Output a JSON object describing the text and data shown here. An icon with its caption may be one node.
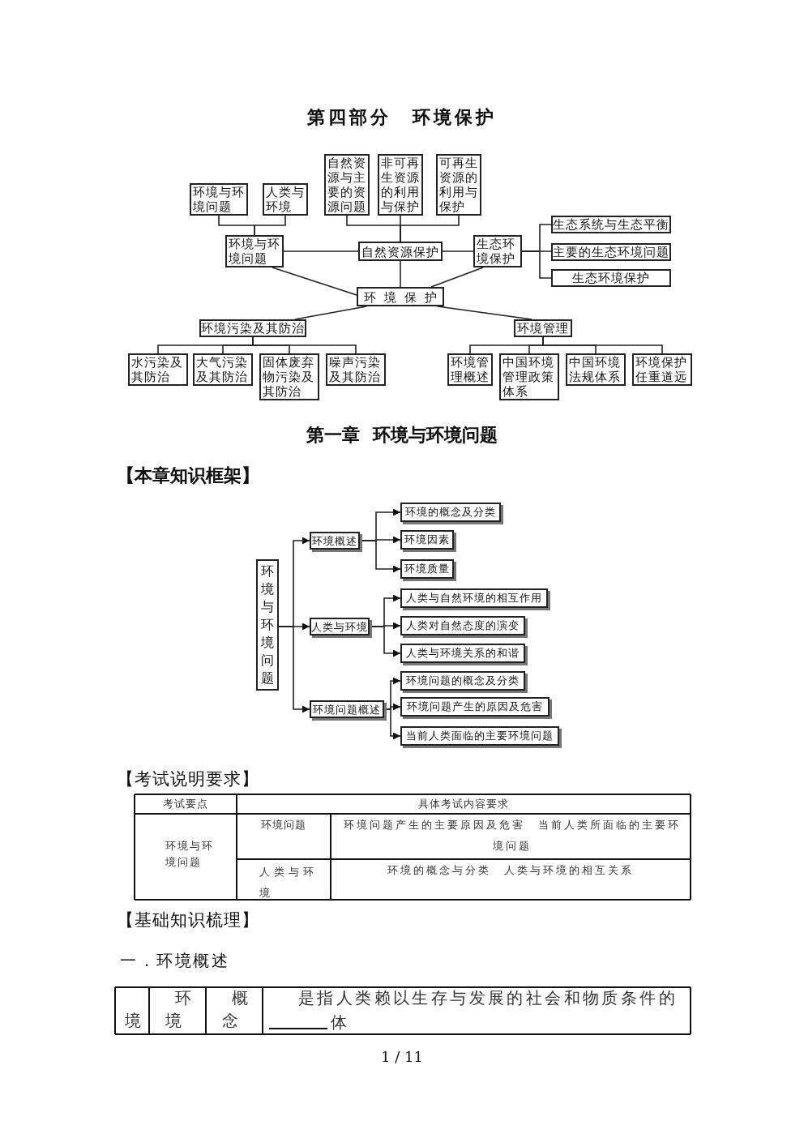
{
  "diagram": {
    "title": "第四部分　环境保护",
    "nodes": [
      {
        "text": [
          "环境与环境问题"
        ]
      },
      {
        "text": [
          "人类与环境"
        ]
      },
      {
        "text": [
          "自然资源与主要的资源问题"
        ]
      },
      {
        "text": [
          "非可再生资源的利用与保护"
        ]
      },
      {
        "text": [
          "可再生资源的利用与保护"
        ]
      },
      {
        "text": [
          "生态系统与生态平衡"
        ]
      },
      {
        "text": [
          "环境与环境问题"
        ]
      },
      {
        "text": [
          "自然资源保护"
        ]
      },
      {
        "text": [
          "生态环境保护"
        ]
      },
      {
        "text": [
          "主要的生态环境问题"
        ]
      },
      {
        "text": [
          "生态环境保护"
        ]
      },
      {
        "text": [
          "环境保护"
        ]
      },
      {
        "text": [
          "环境污染及其防治"
        ]
      },
      {
        "text": [
          "环境管理"
        ]
      },
      {
        "text": [
          "水污染及其防治"
        ]
      },
      {
        "text": [
          "大气污染及其防治"
        ]
      },
      {
        "text": [
          "固体废弃物污染及其防治"
        ]
      },
      {
        "text": [
          "噪声污染及其防治"
        ]
      },
      {
        "text": [
          "环境管理概述"
        ]
      },
      {
        "text": [
          "中国环境管理政策体系"
        ]
      },
      {
        "text": [
          "中国环境法规体系"
        ]
      },
      {
        "text": [
          "环境保护任重道远"
        ]
      },
      {
        "text": [
          "环境与环境问题"
        ]
      },
      {
        "text": [
          "环境概述"
        ]
      },
      {
        "text": [
          "环境的概念及分类"
        ]
      },
      {
        "text": [
          "环境因素"
        ]
      },
      {
        "text": [
          "环境质量"
        ]
      },
      {
        "text": [
          "人类与环境"
        ]
      },
      {
        "text": [
          "人类与自然环境的相互作用"
        ]
      },
      {
        "text": [
          "人类对自然态度的演变"
        ]
      },
      {
        "text": [
          "人类与环境关系的和谐"
        ]
      },
      {
        "text": [
          "环境问题概述"
        ]
      },
      {
        "text": [
          "环境问题的概念及分类"
        ]
      },
      {
        "text": [
          "环境问题产生的原因及危害"
        ]
      },
      {
        "text": [
          "当前人类面临的主要环境问题"
        ]
      }
    ],
    "edges": [
      {
        "from": 0,
        "to": 6,
        "arrow": "none"
      },
      {
        "from": 1,
        "to": 6,
        "arrow": "none"
      },
      {
        "from": 2,
        "to": 7,
        "arrow": "none"
      },
      {
        "from": 3,
        "to": 7,
        "arrow": "none"
      },
      {
        "from": 4,
        "to": 7,
        "arrow": "none"
      },
      {
        "from": 6,
        "to": 7,
        "arrow": "none"
      },
      {
        "from": 7,
        "to": 8,
        "arrow": "none"
      },
      {
        "from": 8,
        "to": 5,
        "arrow": "none"
      },
      {
        "from": 8,
        "to": 9,
        "arrow": "none"
      },
      {
        "from": 8,
        "to": 10,
        "arrow": "none"
      },
      {
        "from": 6,
        "to": 11,
        "arrow": "none"
      },
      {
        "from": 7,
        "to": 11,
        "arrow": "none"
      },
      {
        "from": 8,
        "to": 11,
        "arrow": "none"
      },
      {
        "from": 11,
        "to": 12,
        "arrow": "none"
      },
      {
        "from": 11,
        "to": 13,
        "arrow": "none"
      },
      {
        "from": 12,
        "to": 14,
        "arrow": "none"
      },
      {
        "from": 12,
        "to": 15,
        "arrow": "none"
      },
      {
        "from": 12,
        "to": 16,
        "arrow": "none"
      },
      {
        "from": 12,
        "to": 17,
        "arrow": "none"
      },
      {
        "from": 13,
        "to": 18,
        "arrow": "none"
      },
      {
        "from": 13,
        "to": 19,
        "arrow": "none"
      },
      {
        "from": 13,
        "to": 20,
        "arrow": "none"
      },
      {
        "from": 13,
        "to": 21,
        "arrow": "none"
      },
      {
        "from": 22,
        "to": 23,
        "arrow": "to"
      },
      {
        "from": 22,
        "to": 27,
        "arrow": "to"
      },
      {
        "from": 22,
        "to": 31,
        "arrow": "to"
      },
      {
        "from": 23,
        "to": 24,
        "arrow": "to"
      },
      {
        "from": 23,
        "to": 25,
        "arrow": "to"
      },
      {
        "from": 23,
        "to": 26,
        "arrow": "to"
      },
      {
        "from": 27,
        "to": 28,
        "arrow": "to"
      },
      {
        "from": 27,
        "to": 29,
        "arrow": "to"
      },
      {
        "from": 27,
        "to": 30,
        "arrow": "to"
      },
      {
        "from": 31,
        "to": 32,
        "arrow": "to"
      },
      {
        "from": 31,
        "to": 33,
        "arrow": "to"
      },
      {
        "from": 31,
        "to": 34,
        "arrow": "to"
      }
    ],
    "labels": [
      "第一章  环境与环境问题",
      "【本章知识框架】",
      "【考试说明要求】",
      "考试要点",
      "具体考试内容要求",
      "环境与环境问题",
      "环境问题",
      "环境问题产生的主要原因及危害　当前人类所面临的主要环境问题",
      "人类与环境",
      "环境的概念与分类　人类与环境的相互关系",
      "【基础知识梳理】",
      "一．环境概述",
      "境",
      "环境",
      "概念",
      "是指人类赖以生存与发展的社会和物质条件的",
      "体",
      "1 / 11"
    ]
  }
}
